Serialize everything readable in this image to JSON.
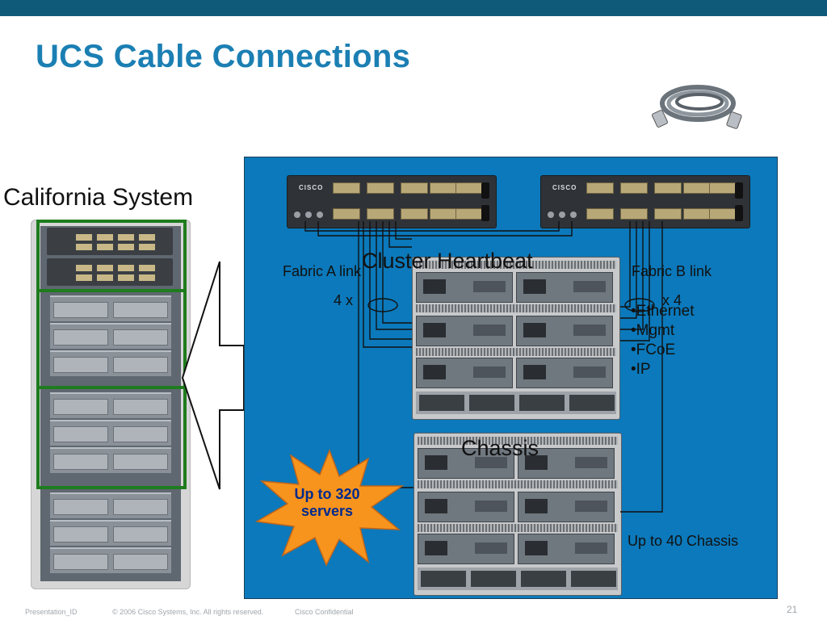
{
  "title": "UCS Cable Connections",
  "system_label": "California System",
  "labels": {
    "fabric_a": "Fabric A link",
    "fabric_b": "Fabric B link",
    "count_a": "4 x",
    "count_b": "x 4",
    "cluster_heartbeat": "Cluster Heartbeat",
    "chassis": "Chassis",
    "up_to_chassis": "Up to 40 Chassis"
  },
  "traffic_types": [
    "Ethernet",
    "Mgmt",
    "FCoE",
    "IP"
  ],
  "callout": {
    "line1": "Up to 320",
    "line2": "servers"
  },
  "switch_logo": "CISCO",
  "footer": {
    "presentation_id": "Presentation_ID",
    "copyright": "© 2006 Cisco Systems, Inc. All rights reserved.",
    "confidential": "Cisco Confidential",
    "page_number": "21"
  },
  "colors": {
    "title": "#1b7fb3",
    "top_bar": "#0f5a78",
    "panel": "#0b79bb",
    "highlight_box": "#1e7c1e",
    "starburst": "#f7941d",
    "starburst_text": "#002a8f"
  },
  "icons": [
    "ethernet-cable-icon",
    "starburst-icon"
  ]
}
